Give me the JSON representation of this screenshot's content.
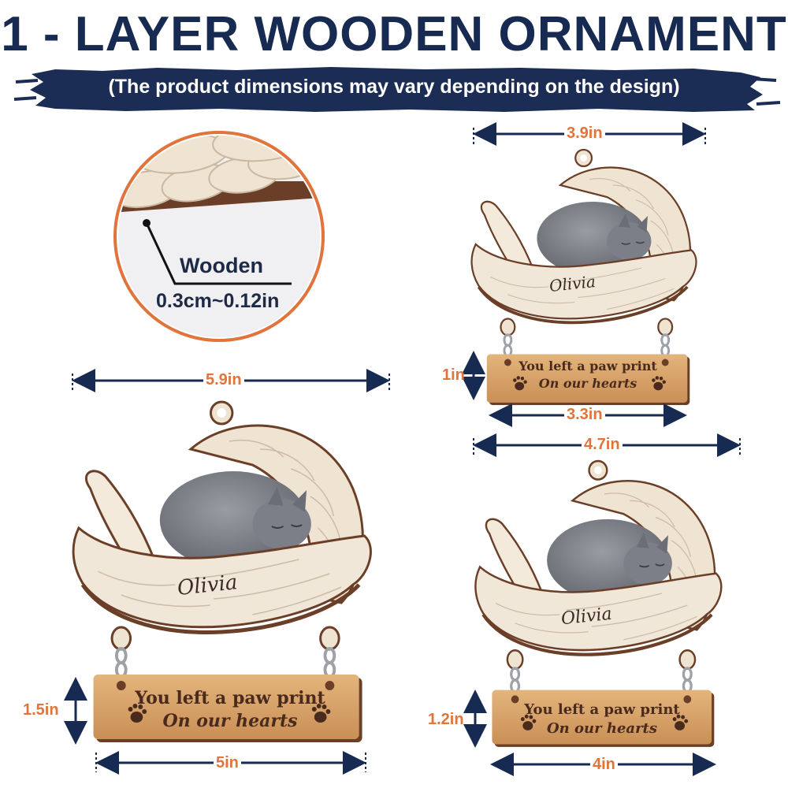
{
  "header": {
    "title": "1 - LAYER WOODEN ORNAMENT",
    "subtitle": "(The product dimensions may vary depending on the design)"
  },
  "material_callout": {
    "label": "Wooden",
    "thickness": "0.3cm~0.12in"
  },
  "ornaments": [
    {
      "size": "large",
      "width_label": "5.9in",
      "name": "Olivia",
      "sign_line1": "You left a paw print",
      "sign_line2": "On our hearts",
      "sign_height_label": "1.5in",
      "sign_width_label": "5in"
    },
    {
      "size": "small",
      "width_label": "3.9in",
      "name": "Olivia",
      "sign_line1": "You left a paw print",
      "sign_line2": "On our hearts",
      "sign_height_label": "1in",
      "sign_width_label": "3.3in"
    },
    {
      "size": "medium",
      "width_label": "4.7in",
      "name": "Olivia",
      "sign_line1": "You left a paw print",
      "sign_line2": "On our hearts",
      "sign_height_label": "1.2in",
      "sign_width_label": "4in"
    }
  ],
  "colors": {
    "title": "#172a52",
    "banner": "#1b2c55",
    "dimension_label": "#e0743c",
    "dimension_line": "#172a52",
    "circle_border": "#e0743c",
    "wood": "#d9a56a",
    "feather": "#efe3d2",
    "cat": "#7c7e87"
  }
}
